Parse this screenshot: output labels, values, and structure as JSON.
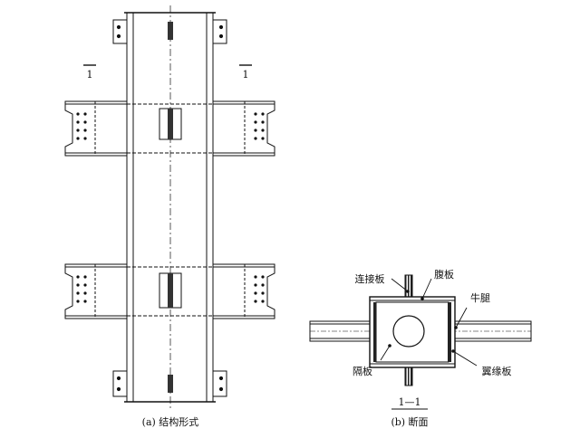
{
  "diagram": {
    "section_mark_left": "1",
    "section_mark_right": "1",
    "caption_a": "(a) 结构形式",
    "caption_b": "(b) 断面",
    "section_title": "1—1",
    "labels": {
      "connecting_plate": "连接板",
      "web_plate": "腹板",
      "bracket": "牛腿",
      "diaphragm": "隔板",
      "flange_plate": "翼缘板"
    }
  }
}
